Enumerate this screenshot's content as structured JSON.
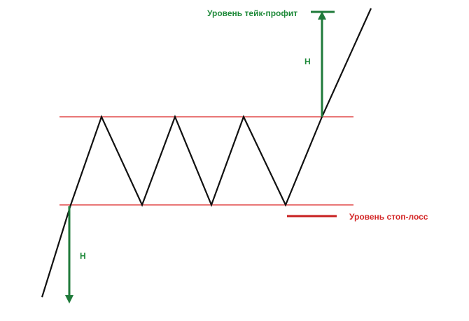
{
  "colors": {
    "resistance_line": "#e24a4a",
    "support_line": "#e24a4a",
    "stop_loss_marker": "#c82020",
    "price_path": "#111111",
    "target_arrow": "#1f7a3a",
    "green_text": "#1f8a3a",
    "red_text": "#d42a2a"
  },
  "labels": {
    "take_profit": "Уровень тейк-профит",
    "stop_loss": "Уровень стоп-лосс",
    "height_upper": "Н",
    "height_lower": "Н"
  }
}
